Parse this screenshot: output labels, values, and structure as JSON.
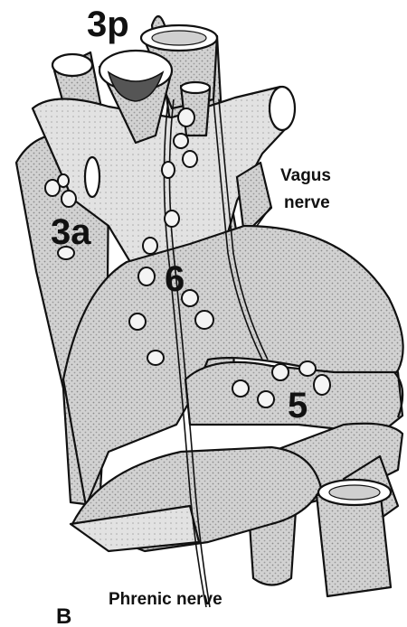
{
  "figure": {
    "panel_label": "B",
    "labels": {
      "station_3p": "3p",
      "station_3a": "3a",
      "station_6": "6",
      "station_5": "5",
      "vagus_line1": "Vagus",
      "vagus_line2": "nerve",
      "phrenic": "Phrenic nerve"
    }
  }
}
